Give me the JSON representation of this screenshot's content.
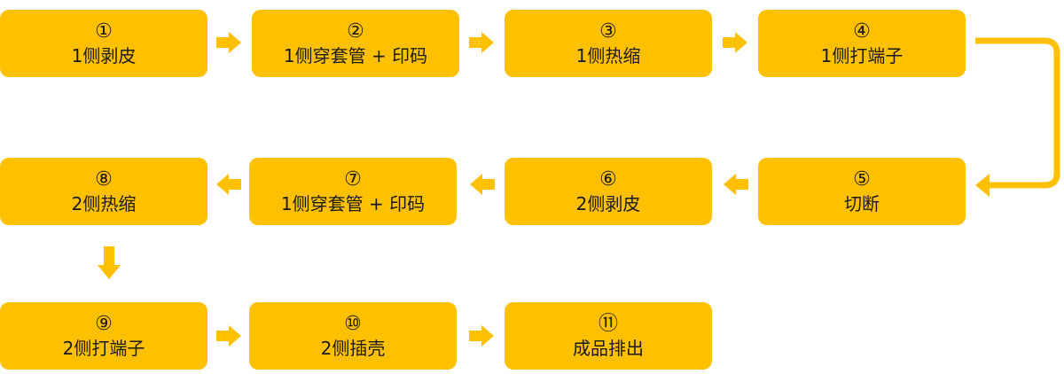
{
  "accent_color": "#ffc000",
  "steps": [
    {
      "num": "①",
      "label": "1侧剥皮"
    },
    {
      "num": "②",
      "label": "1侧穿套管 + 印码"
    },
    {
      "num": "③",
      "label": "1侧热缩"
    },
    {
      "num": "④",
      "label": "1侧打端子"
    },
    {
      "num": "⑤",
      "label": "切断"
    },
    {
      "num": "⑥",
      "label": "2侧剥皮"
    },
    {
      "num": "⑦",
      "label": "1侧穿套管 + 印码"
    },
    {
      "num": "⑧",
      "label": "2侧热缩"
    },
    {
      "num": "⑨",
      "label": "2侧打端子"
    },
    {
      "num": "⑩",
      "label": "2侧插壳"
    },
    {
      "num": "⑪",
      "label": "成品排出"
    }
  ]
}
